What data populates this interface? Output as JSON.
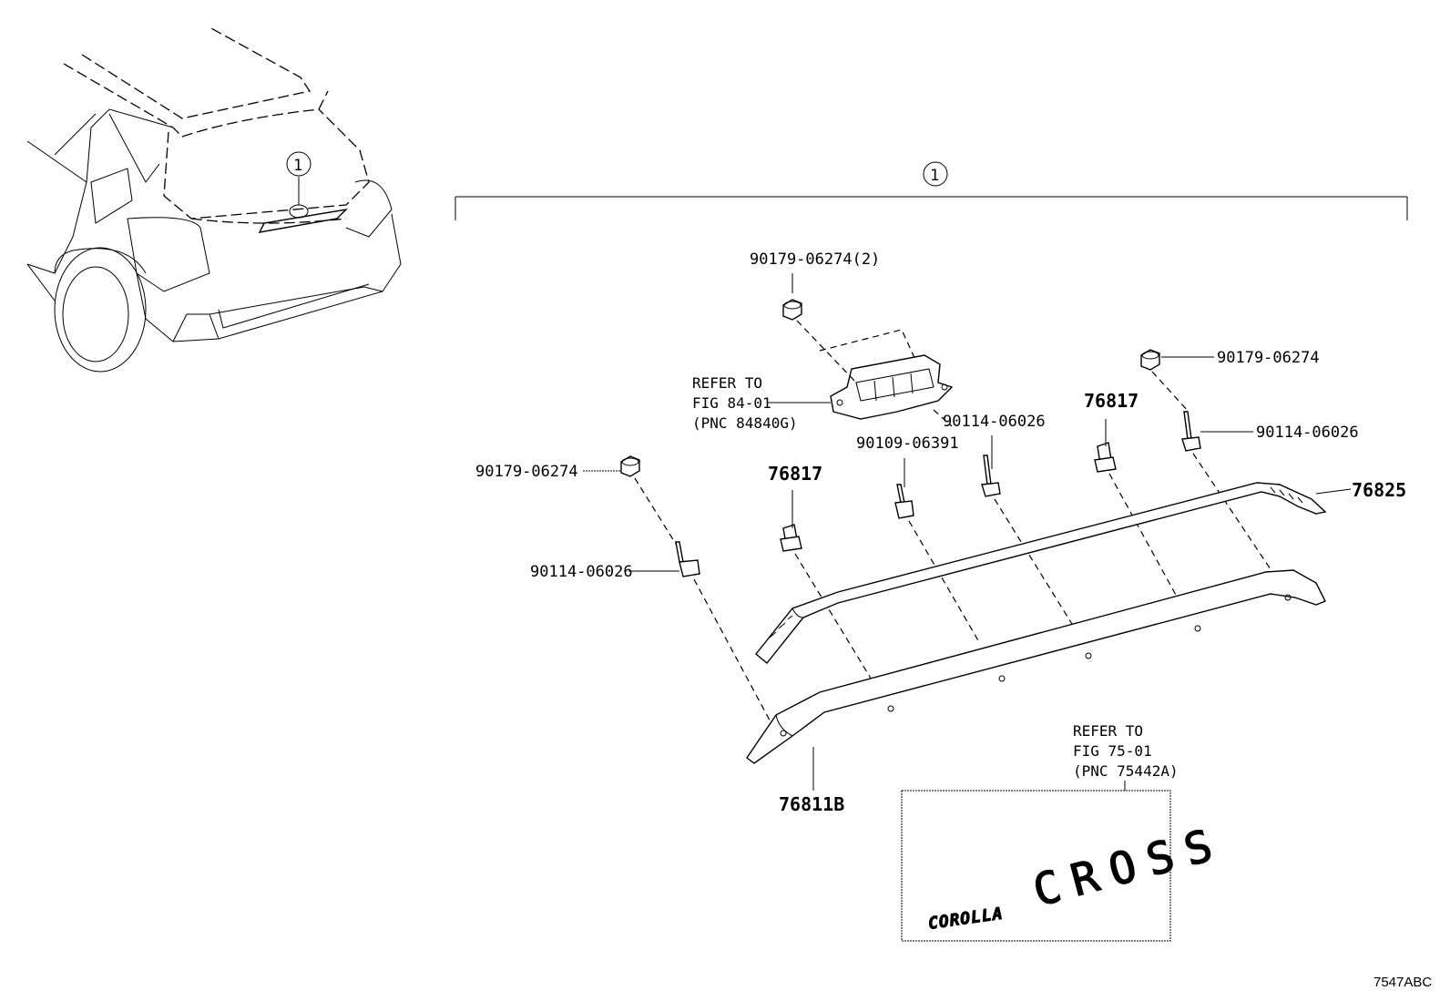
{
  "callout": {
    "number": "1"
  },
  "labels": {
    "nut_top": "90179-06274(2)",
    "nut_right": "90179-06274",
    "nut_left": "90179-06274",
    "bolt_mid": "90114-06026",
    "bolt_right": "90114-06026",
    "bolt_left": "90114-06026",
    "stud_mid": "90109-06391",
    "clip_right": "76817",
    "clip_left": "76817",
    "weatherstrip": "76825",
    "garnish": "76811B"
  },
  "refer_camera": {
    "line1": "REFER TO",
    "line2": "FIG 84-01",
    "line3": "(PNC 84840G)"
  },
  "refer_emblem": {
    "line1": "REFER TO",
    "line2": "FIG 75-01",
    "line3": "(PNC 75442A)"
  },
  "emblem": {
    "word1": "COROLLA",
    "word2": "CROSS"
  },
  "figure_code": "7547ABC"
}
